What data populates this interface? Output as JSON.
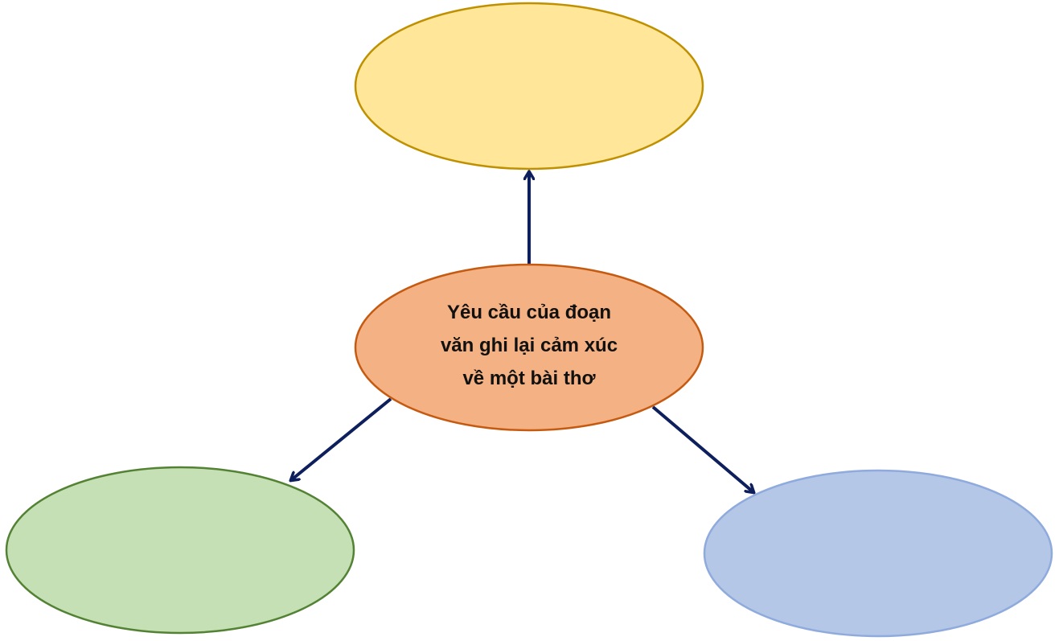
{
  "diagram": {
    "center_node": {
      "lines": [
        "Yêu cầu của đoạn",
        "văn ghi lại cảm xúc",
        "về một bài thơ"
      ],
      "fill": "#f4b183",
      "stroke": "#c55a11"
    },
    "top_node": {
      "text": "",
      "fill": "#ffe699",
      "stroke": "#bf9000"
    },
    "left_node": {
      "text": "",
      "fill": "#c5e0b4",
      "stroke": "#548235"
    },
    "right_node": {
      "text": "",
      "fill": "#b4c7e7",
      "stroke": "#8faadc"
    },
    "arrow_color": "#0d1f5c"
  }
}
